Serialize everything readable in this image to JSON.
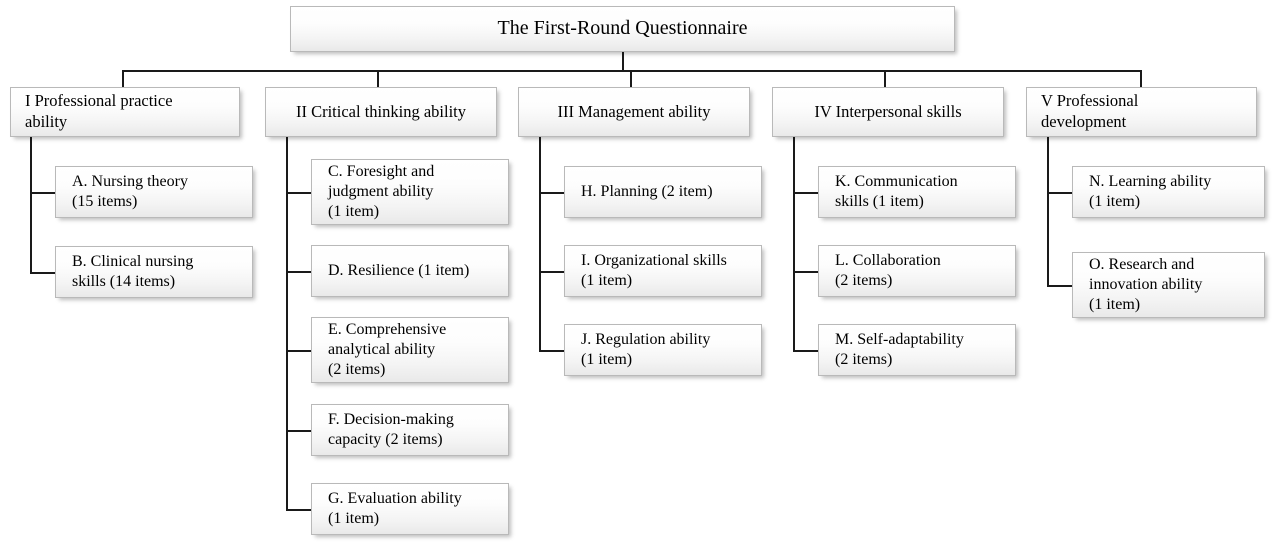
{
  "diagram": {
    "title": "The First-Round Questionnaire",
    "accent_color": "#1a1a1a",
    "box_border_color": "#b9b9b9",
    "box_fill_top": "#ffffff",
    "box_fill_bottom": "#e9e9e9",
    "background": "#ffffff"
  },
  "categories": [
    {
      "id": "I",
      "label": "I Professional practice\nability",
      "items": [
        {
          "id": "A",
          "label": "A. Nursing theory\n(15 items)"
        },
        {
          "id": "B",
          "label": "B. Clinical nursing\nskills (14 items)"
        }
      ]
    },
    {
      "id": "II",
      "label": "II Critical thinking ability",
      "items": [
        {
          "id": "C",
          "label": "C. Foresight and\njudgment ability\n(1 item)"
        },
        {
          "id": "D",
          "label": "D. Resilience (1 item)"
        },
        {
          "id": "E",
          "label": "E. Comprehensive\nanalytical ability\n(2 items)"
        },
        {
          "id": "F",
          "label": "F. Decision-making\ncapacity (2 items)"
        },
        {
          "id": "G",
          "label": "G. Evaluation ability\n(1 item)"
        }
      ]
    },
    {
      "id": "III",
      "label": "III Management ability",
      "items": [
        {
          "id": "H",
          "label": "H. Planning (2 item)"
        },
        {
          "id": "I",
          "label": "I. Organizational skills\n(1 item)"
        },
        {
          "id": "J",
          "label": "J. Regulation ability\n(1 item)"
        }
      ]
    },
    {
      "id": "IV",
      "label": "IV Interpersonal skills",
      "items": [
        {
          "id": "K",
          "label": "K. Communication\nskills (1 item)"
        },
        {
          "id": "L",
          "label": "L. Collaboration\n(2 items)"
        },
        {
          "id": "M",
          "label": "M. Self-adaptability\n(2 items)"
        }
      ]
    },
    {
      "id": "V",
      "label": "V Professional\ndevelopment",
      "items": [
        {
          "id": "N",
          "label": "N. Learning ability\n(1 item)"
        },
        {
          "id": "O",
          "label": "O. Research and\ninnovation ability\n(1 item)"
        }
      ]
    }
  ]
}
